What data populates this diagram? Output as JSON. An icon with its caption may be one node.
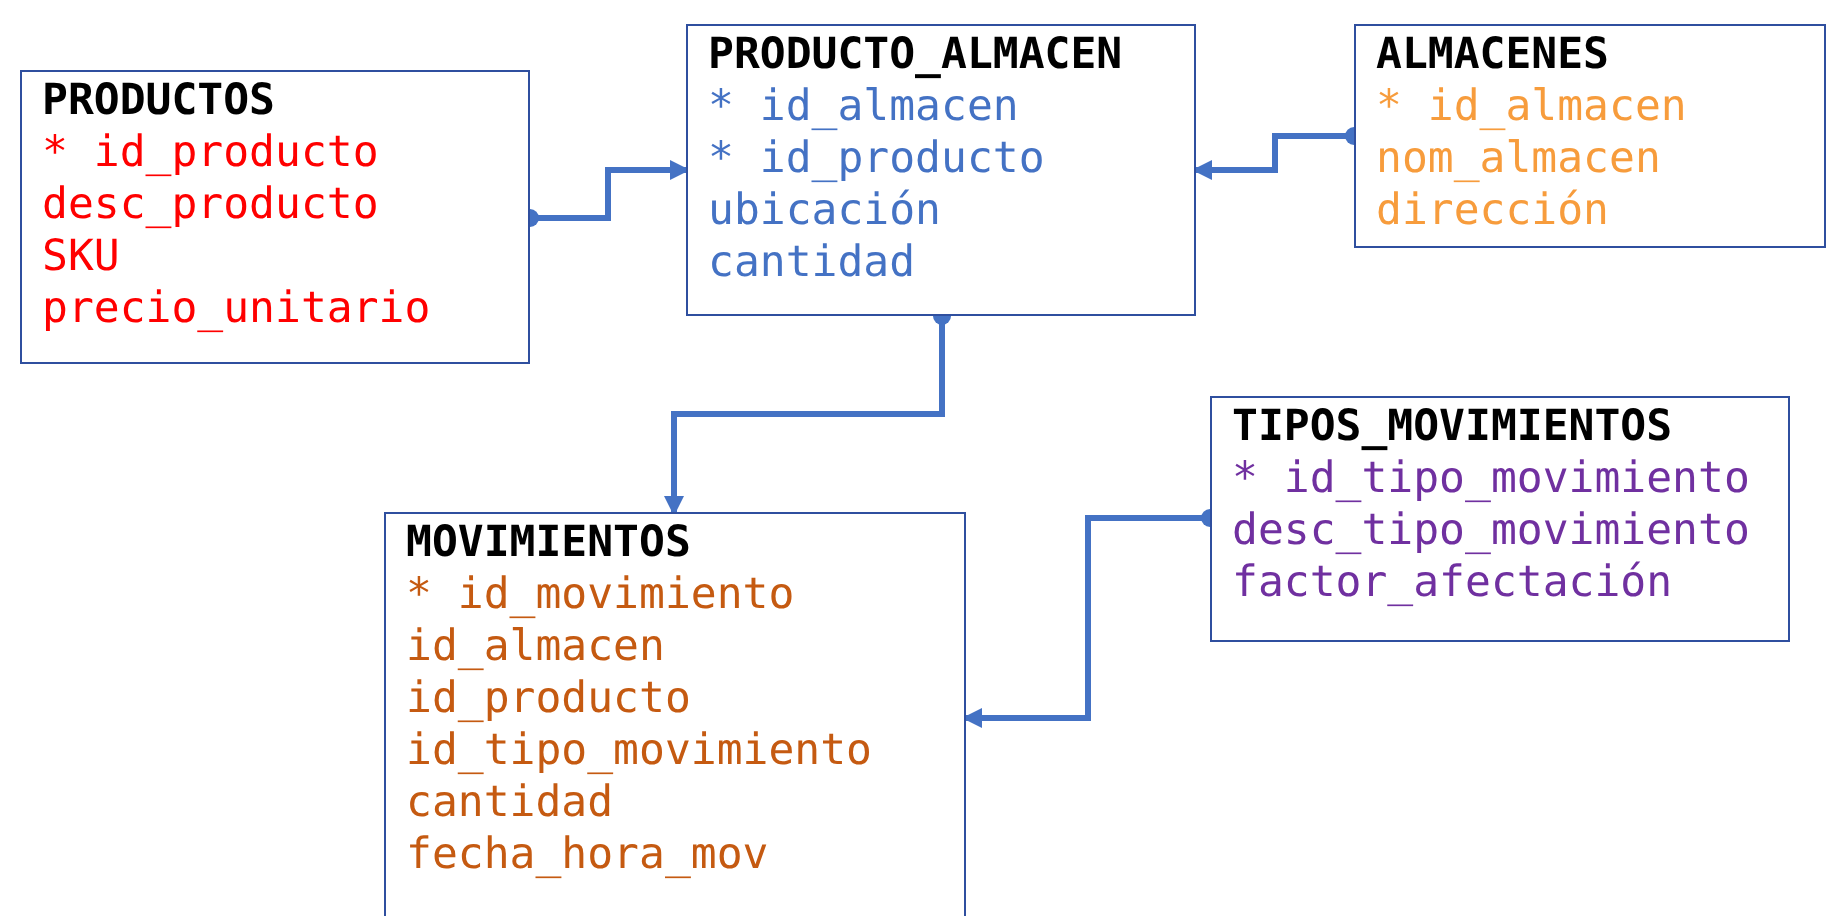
{
  "diagram": {
    "nodes": [
      {
        "text": [
          "PRODUCTOS",
          "* id_producto",
          "desc_producto",
          "SKU",
          "precio_unitario"
        ]
      },
      {
        "text": [
          "PRODUCTO_ALMACEN",
          "* id_almacen",
          "* id_producto",
          "ubicación",
          "cantidad"
        ]
      },
      {
        "text": [
          "ALMACENES",
          "* id_almacen",
          "nom_almacen",
          "dirección"
        ]
      },
      {
        "text": [
          "TIPOS_MOVIMIENTOS",
          "* id_tipo_movimiento",
          "desc_tipo_movimiento",
          "factor_afectación"
        ]
      },
      {
        "text": [
          "MOVIMIENTOS",
          "* id_movimiento",
          "id_almacen",
          "id_producto",
          "id_tipo_movimiento",
          "cantidad",
          "fecha_hora_mov"
        ]
      }
    ],
    "edges": [
      {
        "from": 0,
        "to": 1,
        "arrow": "to"
      },
      {
        "from": 2,
        "to": 1,
        "arrow": "to"
      },
      {
        "from": 1,
        "to": 4,
        "arrow": "to"
      },
      {
        "from": 3,
        "to": 4,
        "arrow": "to"
      }
    ]
  }
}
